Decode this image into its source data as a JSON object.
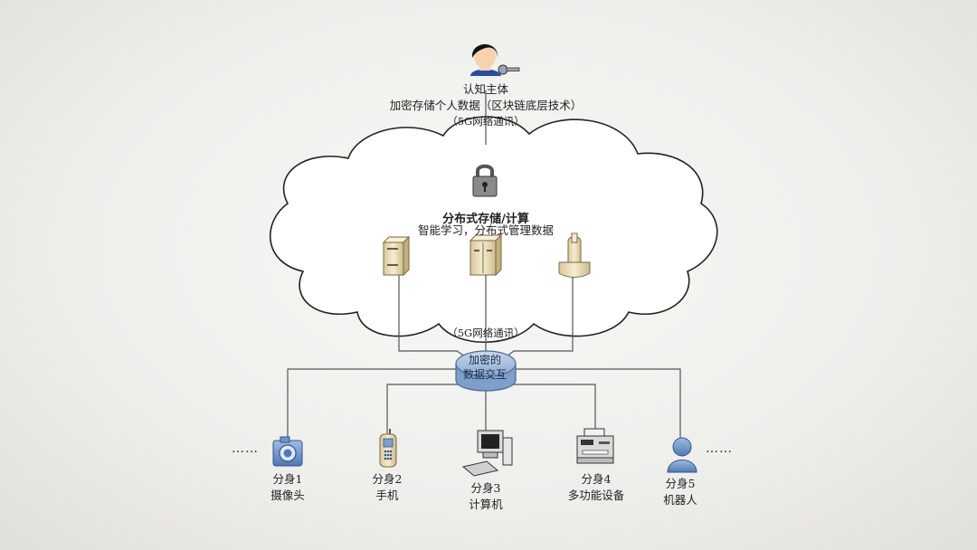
{
  "top_entity": {
    "name": "认知主体",
    "storage": "加密存储个人数据（区块链底层技术）",
    "network": "（5G网络通讯）"
  },
  "cloud": {
    "title": "分布式存储/计算",
    "subtitle": "智能学习，分布式管理数据"
  },
  "middle_network": "（5G网络通讯）",
  "hub": {
    "line1": "加密的",
    "line2": "数据交互"
  },
  "ellipsis_left": "……",
  "ellipsis_right": "……",
  "devices": [
    {
      "line1": "分身1",
      "line2": "摄像头",
      "icon": "camera-icon"
    },
    {
      "line1": "分身2",
      "line2": "手机",
      "icon": "mobile-phone-icon"
    },
    {
      "line1": "分身3",
      "line2": "计算机",
      "icon": "computer-icon"
    },
    {
      "line1": "分身4",
      "line2": "多功能设备",
      "icon": "multifunction-printer-icon"
    },
    {
      "line1": "分身5",
      "line2": "机器人",
      "icon": "robot-user-icon"
    }
  ],
  "colors": {
    "line": "#555555",
    "hub_fill": "#a9bfdc",
    "hub_stroke": "#5a7aa8",
    "server_fill": "#efe3c4",
    "device_blue": "#6f95c9"
  }
}
